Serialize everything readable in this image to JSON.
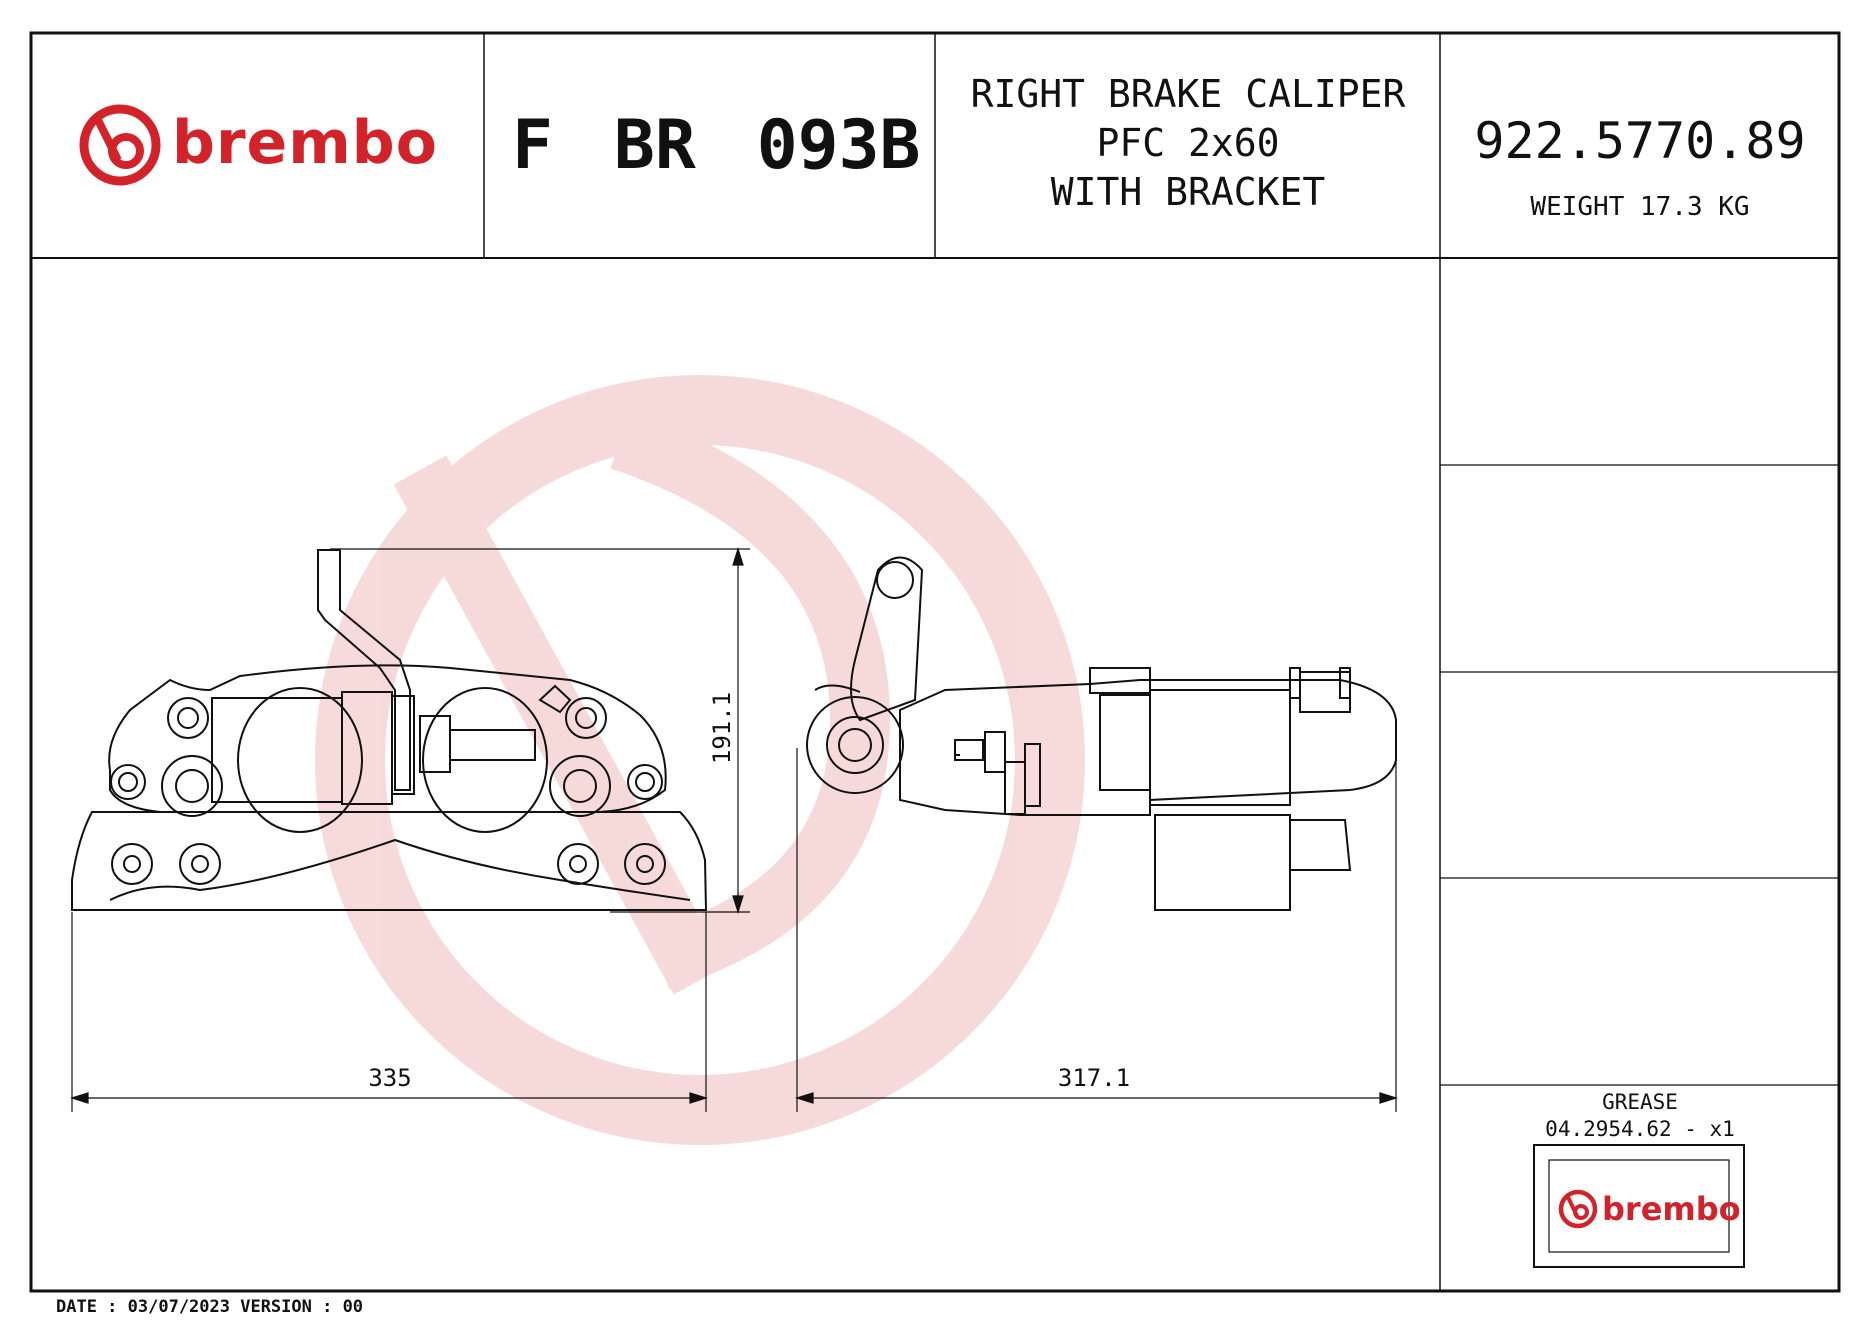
{
  "brand": {
    "name": "brembo",
    "color": "#d2232a"
  },
  "header": {
    "code": "F BR 093B",
    "description_lines": [
      "RIGHT BRAKE CALIPER",
      "PFC 2x60",
      "WITH BRACKET"
    ],
    "part_number": "922.5770.89",
    "weight": "WEIGHT 17.3 KG"
  },
  "dimensions": {
    "front_width": "335",
    "front_height": "191.1",
    "side_width": "317.1"
  },
  "grease": {
    "label": "GREASE",
    "code": "04.2954.62 - x1"
  },
  "footer": {
    "date_version": "DATE : 03/07/2023 VERSION : 00"
  },
  "colors": {
    "line": "#111111",
    "watermark": "#f3c9c9",
    "accent": "#d2232a"
  }
}
